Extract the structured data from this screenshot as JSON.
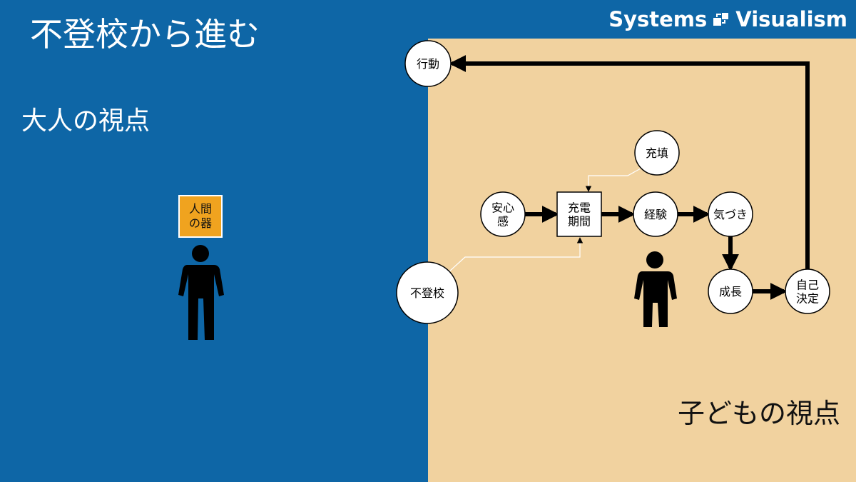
{
  "title": "不登校から進む",
  "brand": {
    "name": "Systems",
    "name2": "Visualism",
    "logo_icon": "systems-visualism-logo-icon"
  },
  "left_panel": {
    "label": "大人の視点",
    "vessel_lines": [
      "人間",
      "の器"
    ],
    "figure_icon": "person-icon"
  },
  "right_panel": {
    "label": "子どもの視点",
    "figure_icon": "person-icon"
  },
  "diagram": {
    "nodes": [
      {
        "id": "action",
        "lines": [
          "行動"
        ],
        "shape": "circle"
      },
      {
        "id": "fill",
        "lines": [
          "充填"
        ],
        "shape": "circle"
      },
      {
        "id": "security",
        "lines": [
          "安心",
          "感"
        ],
        "shape": "circle"
      },
      {
        "id": "recharge",
        "lines": [
          "充電",
          "期間"
        ],
        "shape": "box"
      },
      {
        "id": "experience",
        "lines": [
          "経験"
        ],
        "shape": "circle"
      },
      {
        "id": "awareness",
        "lines": [
          "気づき"
        ],
        "shape": "circle"
      },
      {
        "id": "truancy",
        "lines": [
          "不登校"
        ],
        "shape": "circle"
      },
      {
        "id": "growth",
        "lines": [
          "成長"
        ],
        "shape": "circle"
      },
      {
        "id": "selfdecision",
        "lines": [
          "自己",
          "決定"
        ],
        "shape": "circle"
      }
    ],
    "edges": [
      {
        "from": "security",
        "to": "recharge",
        "style": "thick"
      },
      {
        "from": "recharge",
        "to": "experience",
        "style": "thick"
      },
      {
        "from": "experience",
        "to": "awareness",
        "style": "thick"
      },
      {
        "from": "awareness",
        "to": "growth",
        "style": "thick"
      },
      {
        "from": "growth",
        "to": "selfdecision",
        "style": "thick"
      },
      {
        "from": "selfdecision",
        "to": "action",
        "style": "thick"
      },
      {
        "from": "fill",
        "to": "recharge",
        "style": "thin"
      },
      {
        "from": "truancy",
        "to": "recharge",
        "style": "thin"
      }
    ],
    "colors": {
      "node_fill": "#ffffff",
      "stroke": "#000000",
      "thin_stroke": "#ffffff"
    }
  },
  "colors": {
    "left_bg": "#0e66a6",
    "right_bg": "#f1d29f",
    "vessel": "#f0a31f"
  }
}
